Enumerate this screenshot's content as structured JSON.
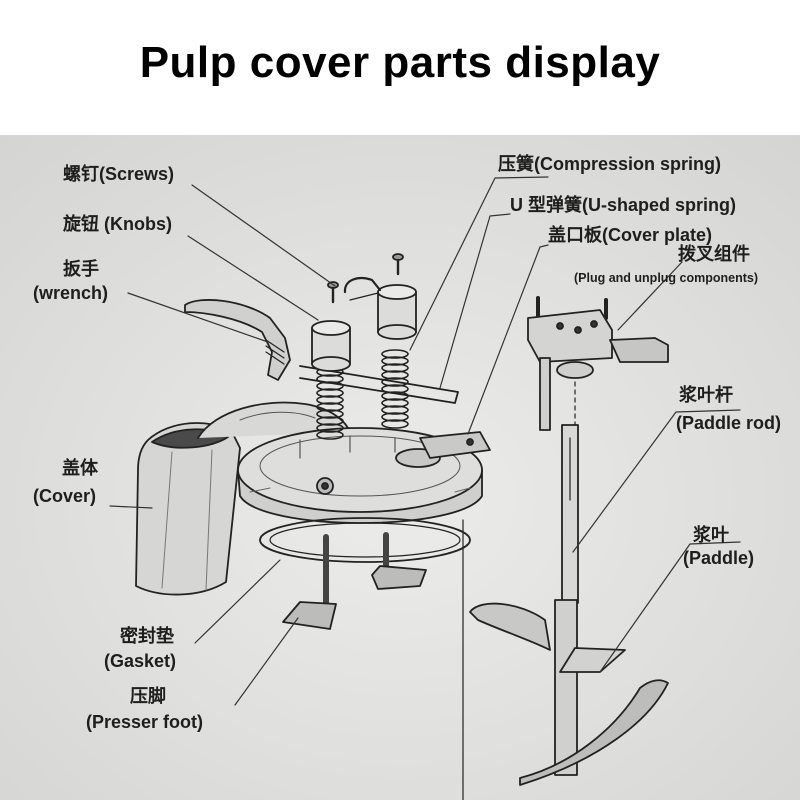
{
  "title": "Pulp cover parts display",
  "labels": {
    "screws": "螺钉(Screws)",
    "knobs": "旋钮 (Knobs)",
    "wrench_cn": "扳手",
    "wrench_en": "(wrench)",
    "cover_cn": "盖体",
    "cover_en": "(Cover)",
    "gasket_cn": "密封垫",
    "gasket_en": "(Gasket)",
    "presser_cn": "压脚",
    "presser_en": "(Presser foot)",
    "compression": "压簧(Compression spring)",
    "u_spring": "U 型弹簧(U-shaped spring)",
    "cover_plate": "盖口板(Cover plate)",
    "fork_cn": "拨叉组件",
    "fork_en": "(Plug and unplug components)",
    "rod_cn": "浆叶杆",
    "rod_en": "(Paddle rod)",
    "paddle_cn": "浆叶",
    "paddle_en": "(Paddle)"
  },
  "colors": {
    "paper": "#e4e4e2",
    "ink": "#222222"
  }
}
